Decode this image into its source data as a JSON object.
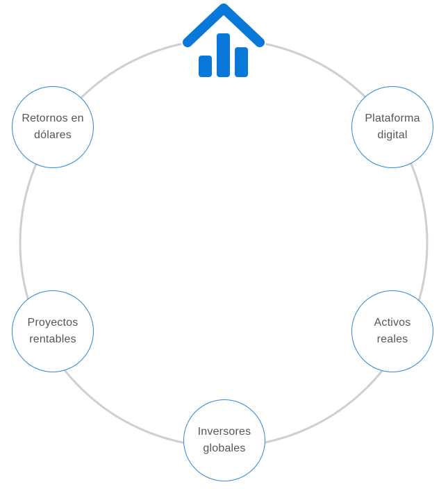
{
  "diagram": {
    "ring_color": "#cfcfcf",
    "node_border_color": "#2e86d6",
    "text_color": "#555555",
    "icon": "house-chart-icon",
    "icon_color": "#0a78d9",
    "nodes": [
      {
        "id": "retornos",
        "label": "Retornos en\ndólares"
      },
      {
        "id": "plataforma",
        "label": "Plataforma\ndigital"
      },
      {
        "id": "proyectos",
        "label": "Proyectos\nrentables"
      },
      {
        "id": "activos",
        "label": "Activos\nreales"
      },
      {
        "id": "inversores",
        "label": "Inversores\nglobales"
      }
    ]
  }
}
